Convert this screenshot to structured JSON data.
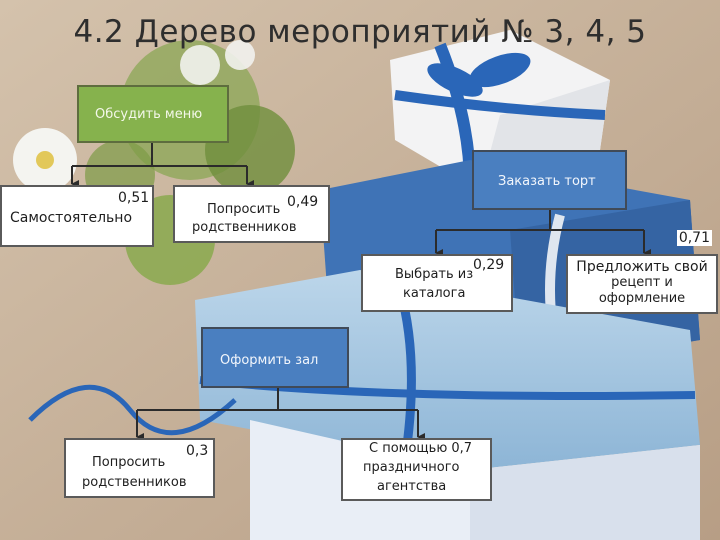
{
  "title": "4.2 Дерево мероприятий № 3, 4, 5",
  "nodes": {
    "menu": {
      "label": "Обсудить меню"
    },
    "self": {
      "prob": "0,51",
      "label": "Самостоятельно"
    },
    "relatives1": {
      "label_top": "Попросить",
      "prob": "0,49",
      "label_bottom": "родственников"
    },
    "cake": {
      "label": "Заказать торт"
    },
    "catalog": {
      "label_top": "Выбрать из",
      "prob": "0,29",
      "label_bottom": "каталога"
    },
    "own_recipe": {
      "prob": "0,71",
      "line1": "Предложить свой",
      "line2": "рецепт и",
      "line3": "оформление"
    },
    "hall": {
      "label": "Оформить зал"
    },
    "relatives2": {
      "prob": "0,3",
      "label_top": "Попросить",
      "label_bottom": "родственников"
    },
    "agency": {
      "line1": "С помощью 0,7",
      "line2": "праздничного",
      "line3": "агентства"
    }
  },
  "colors": {
    "green": "#86b24d",
    "blue": "#4a7fc0",
    "white": "#ffffff",
    "connector": "#2b2b2b"
  }
}
